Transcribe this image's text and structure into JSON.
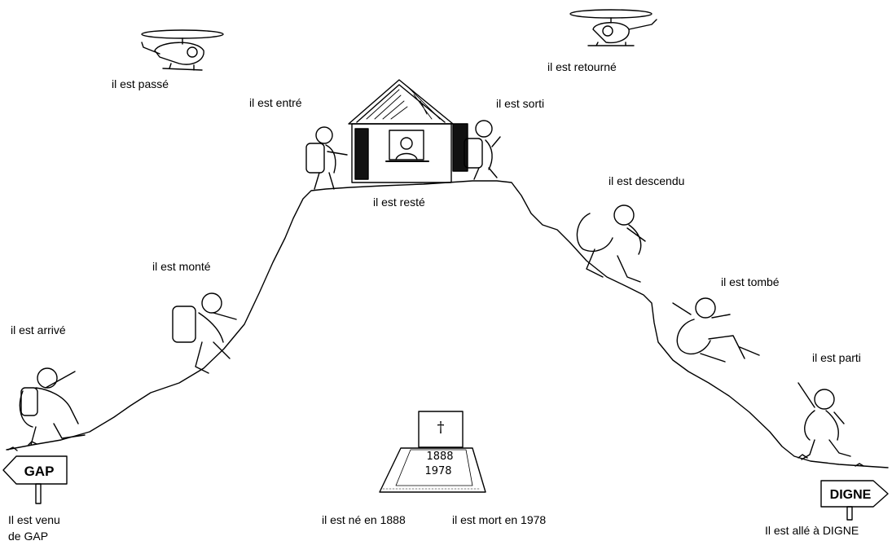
{
  "labels": {
    "passe": "il est passé",
    "retourne": "il est retourné",
    "entre": "il est entré",
    "sorti": "il est sorti",
    "reste": "il est resté",
    "descendu": "il est descendu",
    "monte": "il est monté",
    "tombe": "il est tombé",
    "arrive": "il est arrivé",
    "parti": "il est parti",
    "venu_line1": "Il est venu",
    "venu_line2": "de GAP",
    "ne": "il est né en 1888",
    "mort": "il est mort en 1978",
    "alle": "Il est allé à DIGNE"
  },
  "signs": {
    "left": "GAP",
    "right": "DIGNE"
  },
  "tombstone": {
    "cross": "†",
    "birth_year": "1888",
    "death_year": "1978"
  },
  "icons": {
    "helicopter": "helicopter-icon",
    "hiker": "hiker-figure",
    "hut": "mountain-hut",
    "tombstone": "tombstone"
  },
  "colors": {
    "ink": "#000000",
    "background": "#ffffff"
  }
}
